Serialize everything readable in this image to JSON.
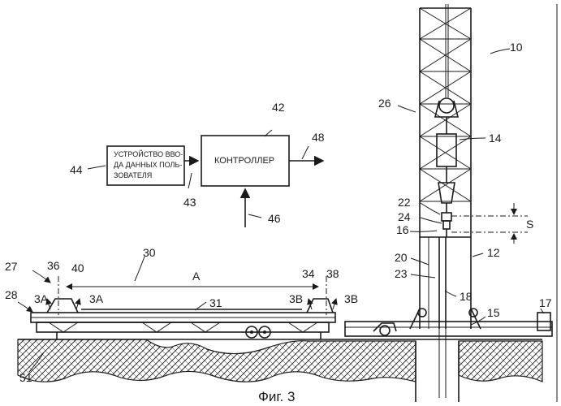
{
  "figure": {
    "caption": "Фиг. 3",
    "input_device_lines": [
      "УСТРОЙСТВО ВВО-",
      "ДА ДАННЫХ ПОЛЬ-",
      "ЗОВАТЕЛЯ"
    ],
    "controller_label": "КОНТРОЛЛЕР",
    "dimension_a": "A",
    "dimension_s": "S",
    "refs": {
      "r10": "10",
      "r12": "12",
      "r14": "14",
      "r15": "15",
      "r16": "16",
      "r17": "17",
      "r18": "18",
      "r20": "20",
      "r22": "22",
      "r23": "23",
      "r24": "24",
      "r26": "26",
      "r27": "27",
      "r28": "28",
      "r30": "30",
      "r31": "31",
      "r34": "34",
      "r36": "36",
      "r38": "38",
      "r40": "40",
      "r42": "42",
      "r43": "43",
      "r44": "44",
      "r46": "46",
      "r48": "48",
      "r51": "51",
      "s3a_left": "3A",
      "s3a_right": "3A",
      "s3b_left": "3B",
      "s3b_right": "3B"
    }
  }
}
